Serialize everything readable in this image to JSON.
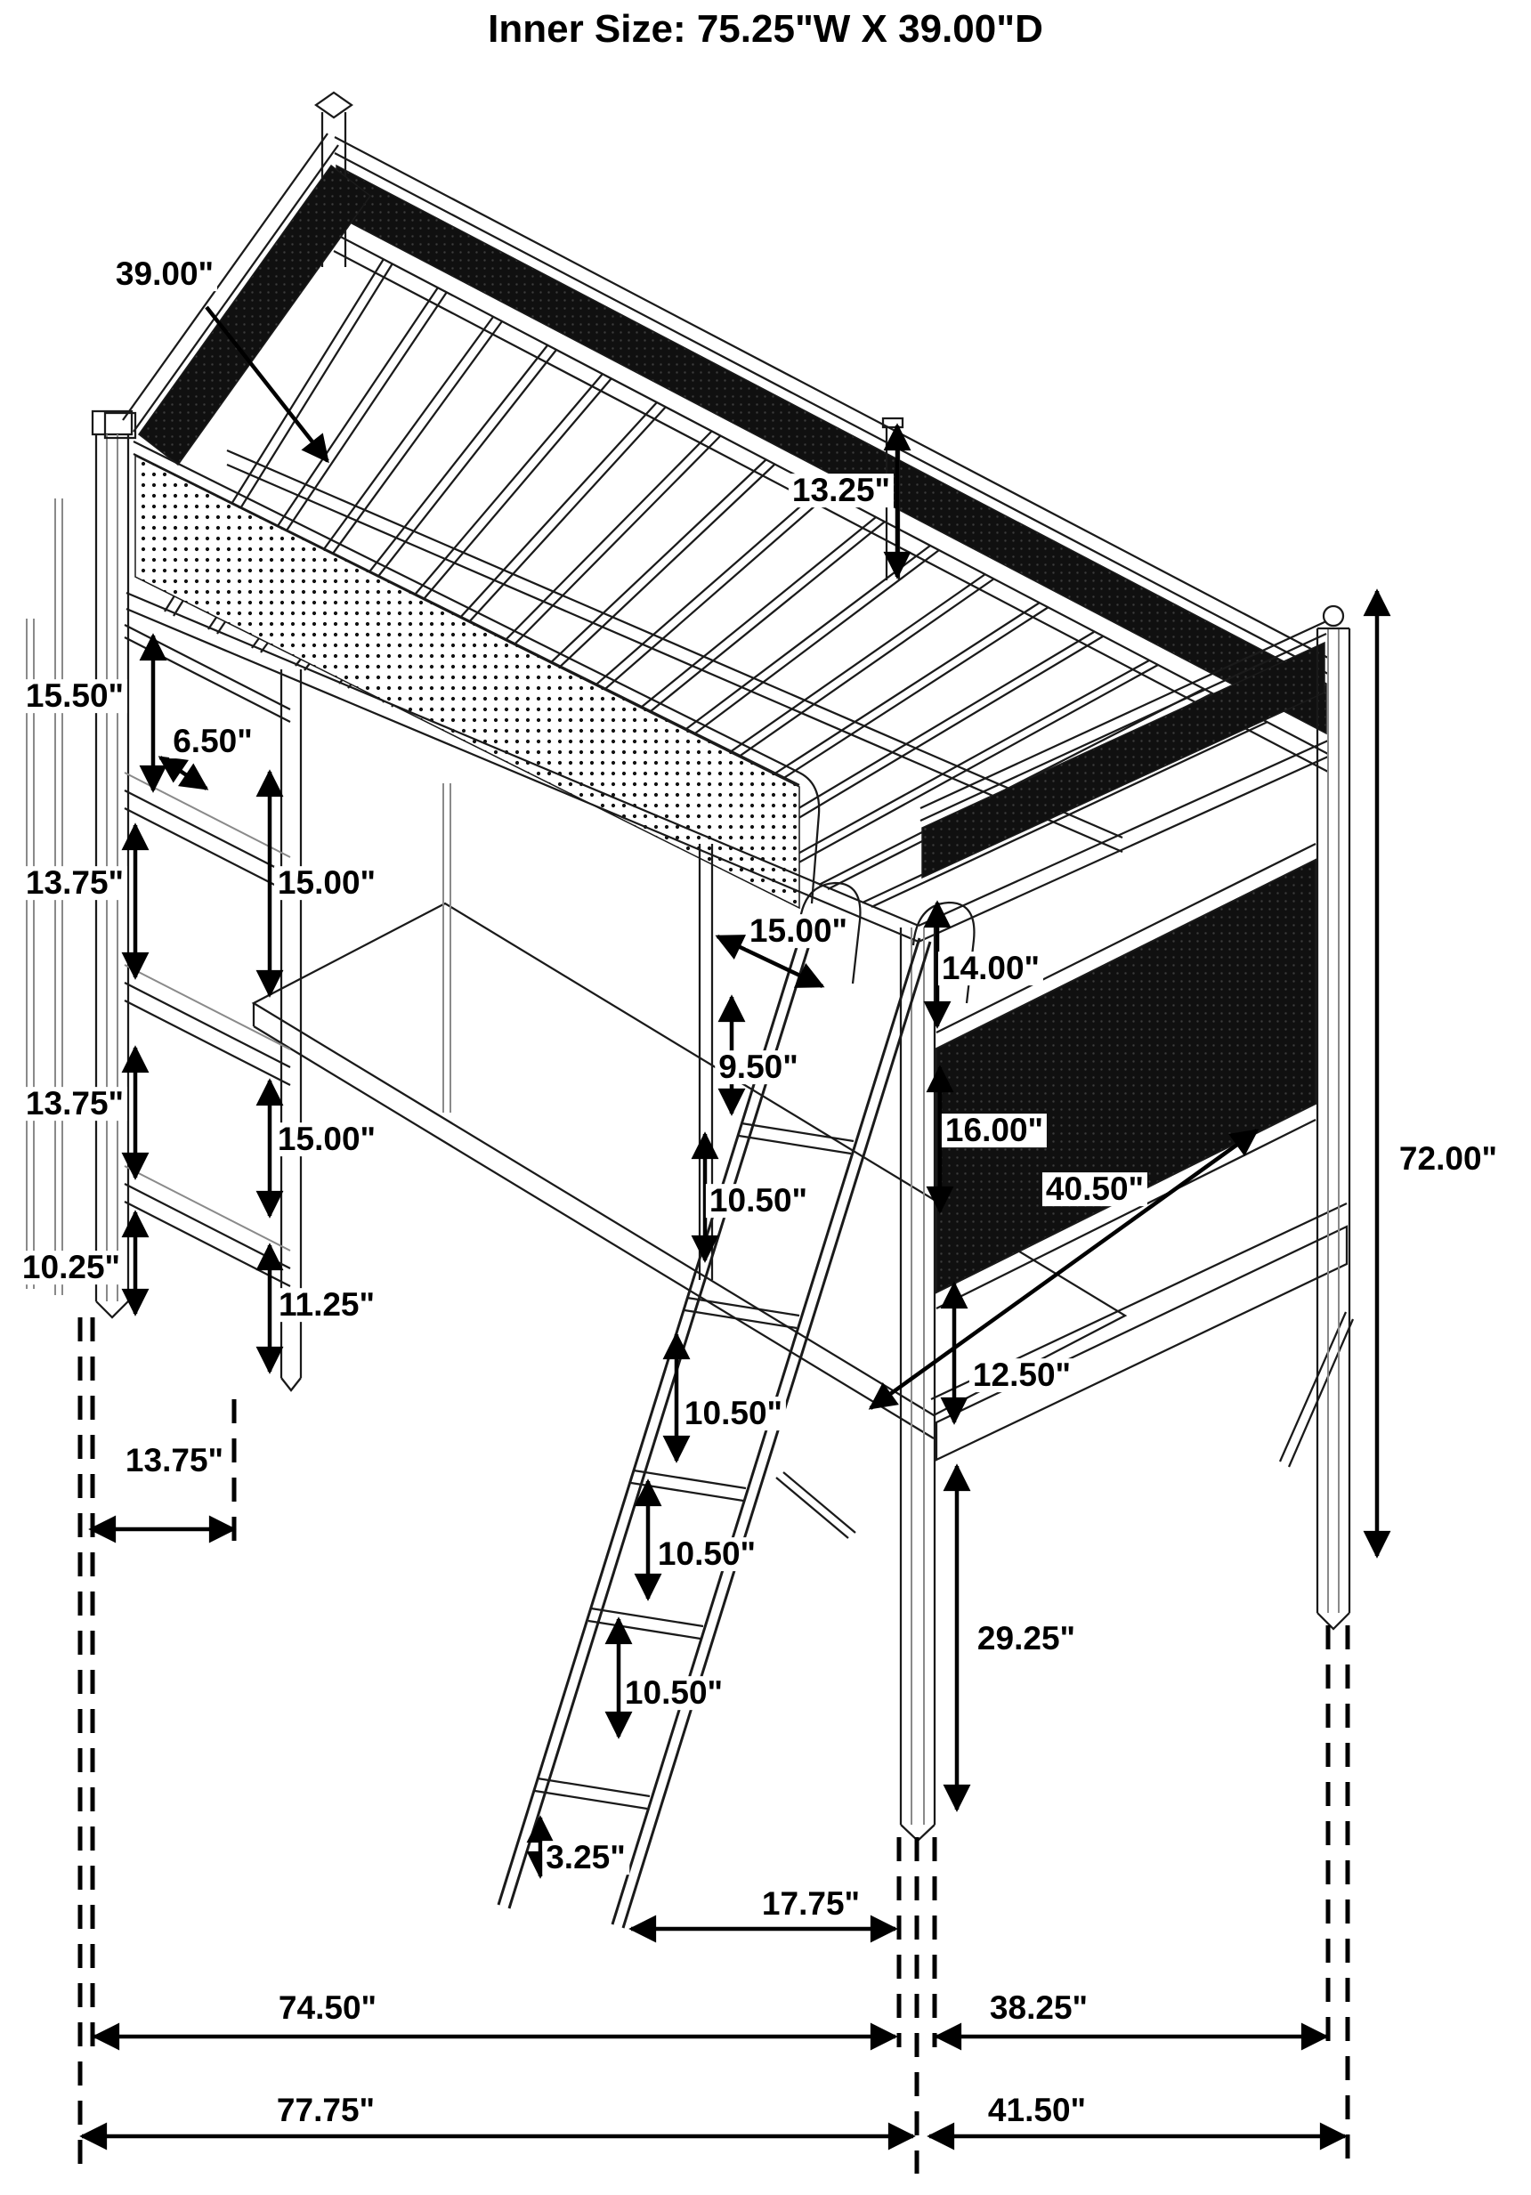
{
  "title": {
    "text": "Inner Size: 75.25\"W X 39.00\"D"
  },
  "colors": {
    "ink": "#000000",
    "background": "#ffffff",
    "mesh_dark": "#101010",
    "mesh_dot": "#111111"
  },
  "labels": [
    {
      "id": "depth-slats",
      "text": "39.00\""
    },
    {
      "id": "far-rail-height",
      "text": "13.25\""
    },
    {
      "id": "post-top-to-shelf1",
      "text": "15.50\""
    },
    {
      "id": "post-shelf-offset",
      "text": "6.50\""
    },
    {
      "id": "shelf1-to-shelf2",
      "text": "13.75\""
    },
    {
      "id": "deck-to-desk",
      "text": "15.00\""
    },
    {
      "id": "shelf2-to-shelf3",
      "text": "13.75\""
    },
    {
      "id": "desk-to-shelf3",
      "text": "15.00\""
    },
    {
      "id": "shelf3-to-floor",
      "text": "10.25\""
    },
    {
      "id": "post-bottom-section",
      "text": "11.25\""
    },
    {
      "id": "tower-depth",
      "text": "13.75\""
    },
    {
      "id": "desk-depth",
      "text": "15.00\""
    },
    {
      "id": "rail-to-rung1",
      "text": "9.50\""
    },
    {
      "id": "rung-spacing-1",
      "text": "10.50\""
    },
    {
      "id": "rung-spacing-2",
      "text": "10.50\""
    },
    {
      "id": "rung-spacing-3",
      "text": "10.50\""
    },
    {
      "id": "rung-spacing-4",
      "text": "10.50\""
    },
    {
      "id": "rung5-to-floor",
      "text": "3.25\""
    },
    {
      "id": "ladder-foot-offset",
      "text": "17.75\""
    },
    {
      "id": "deck-to-mesh-top",
      "text": "14.00\""
    },
    {
      "id": "mesh-panel-height",
      "text": "16.00\""
    },
    {
      "id": "desk-to-shelf-diagonal",
      "text": "40.50\""
    },
    {
      "id": "mesh-to-desk",
      "text": "12.50\""
    },
    {
      "id": "desk-height",
      "text": "29.25\""
    },
    {
      "id": "overall-height",
      "text": "72.00\""
    },
    {
      "id": "front-span",
      "text": "74.50\""
    },
    {
      "id": "side-span",
      "text": "38.25\""
    },
    {
      "id": "overall-width",
      "text": "77.75\""
    },
    {
      "id": "overall-depth",
      "text": "41.50\""
    }
  ]
}
